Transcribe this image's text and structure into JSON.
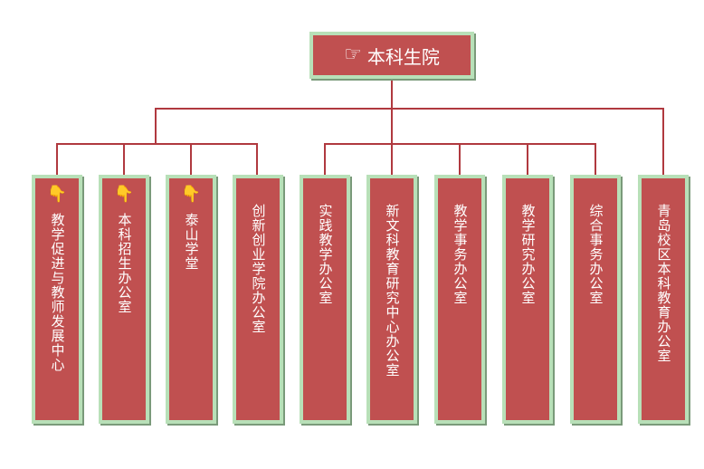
{
  "root": {
    "label": "本科生院",
    "icon": "pointing-hand-icon"
  },
  "children": [
    {
      "label": "教学促进与教师发展中心",
      "icon": "pointing-down-hand-icon"
    },
    {
      "label": "本科招生办公室",
      "icon": "pointing-down-hand-icon"
    },
    {
      "label": "泰山学堂",
      "icon": "pointing-down-hand-icon"
    },
    {
      "label": "创新创业学院办公室"
    },
    {
      "label": "实践教学办公室"
    },
    {
      "label": "新文科教育研究中心办公室"
    },
    {
      "label": "教学事务办公室"
    },
    {
      "label": "教学研究办公室"
    },
    {
      "label": "综合事务办公室"
    },
    {
      "label": "青岛校区本科教育办公室"
    }
  ],
  "colors": {
    "box_fill": "#c05050",
    "box_border": "#b8e0b8",
    "connector": "#b0393f"
  }
}
